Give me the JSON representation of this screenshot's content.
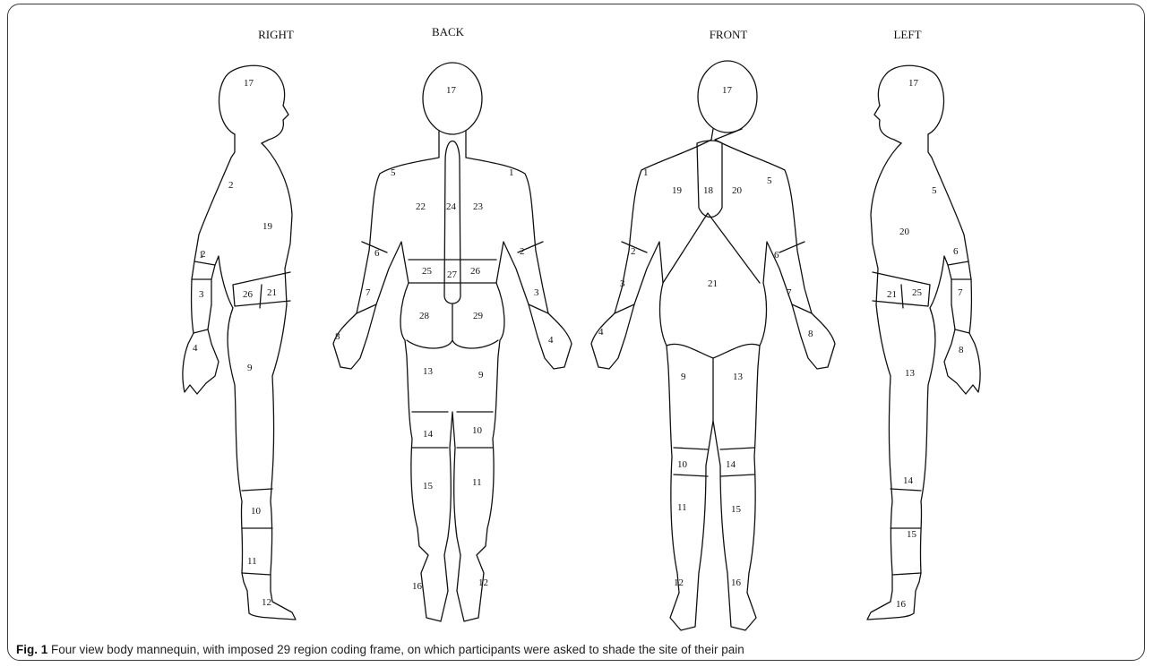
{
  "views": [
    {
      "id": "right",
      "label": "RIGHT"
    },
    {
      "id": "back",
      "label": "BACK"
    },
    {
      "id": "front",
      "label": "FRONT"
    },
    {
      "id": "left",
      "label": "LEFT"
    }
  ],
  "regions": {
    "right": [
      "17",
      "2",
      "1",
      "19",
      "2",
      "3",
      "26",
      "21",
      "4",
      "9",
      "10",
      "11",
      "12"
    ],
    "back": [
      "17",
      "5",
      "1",
      "22",
      "24",
      "23",
      "6",
      "2",
      "25",
      "27",
      "26",
      "7",
      "3",
      "28",
      "29",
      "8",
      "4",
      "13",
      "9",
      "14",
      "10",
      "15",
      "11",
      "16",
      "12"
    ],
    "front": [
      "17",
      "1",
      "19",
      "18",
      "20",
      "5",
      "2",
      "6",
      "21",
      "3",
      "7",
      "4",
      "8",
      "9",
      "13",
      "10",
      "14",
      "11",
      "15",
      "12",
      "16"
    ],
    "left": [
      "17",
      "5",
      "20",
      "6",
      "21",
      "25",
      "7",
      "8",
      "13",
      "14",
      "15",
      "16"
    ]
  },
  "caption": {
    "figure_id": "Fig. 1",
    "text": "Four view body mannequin, with imposed 29 region coding frame, on which participants were asked to shade the site of their pain"
  }
}
